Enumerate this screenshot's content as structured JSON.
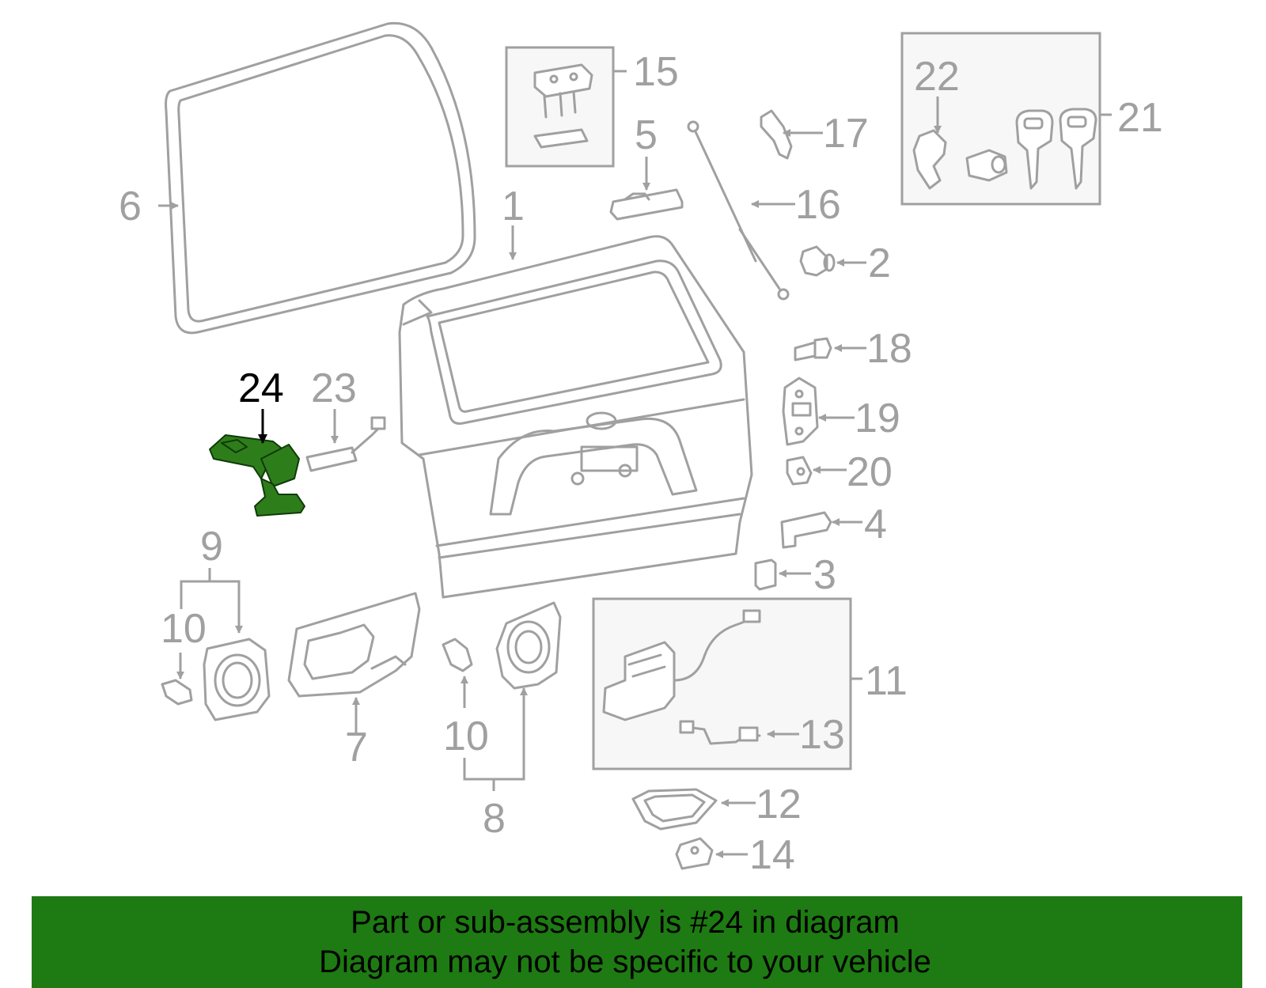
{
  "diagram": {
    "highlight_color": "#2e7d1b",
    "line_color": "#a0a0a0",
    "callouts": {
      "c1": "1",
      "c2": "2",
      "c3": "3",
      "c4": "4",
      "c5": "5",
      "c6": "6",
      "c7": "7",
      "c8": "8",
      "c9": "9",
      "c10a": "10",
      "c10b": "10",
      "c11": "11",
      "c12": "12",
      "c13": "13",
      "c14": "14",
      "c15": "15",
      "c16": "16",
      "c17": "17",
      "c18": "18",
      "c19": "19",
      "c20": "20",
      "c21": "21",
      "c22": "22",
      "c23": "23",
      "c24": "24"
    },
    "highlighted_part": "24"
  },
  "banner": {
    "background": "#1e7a12",
    "line1": "Part or sub-assembly is #24 in diagram",
    "line2": "Diagram may not be specific to your vehicle"
  }
}
